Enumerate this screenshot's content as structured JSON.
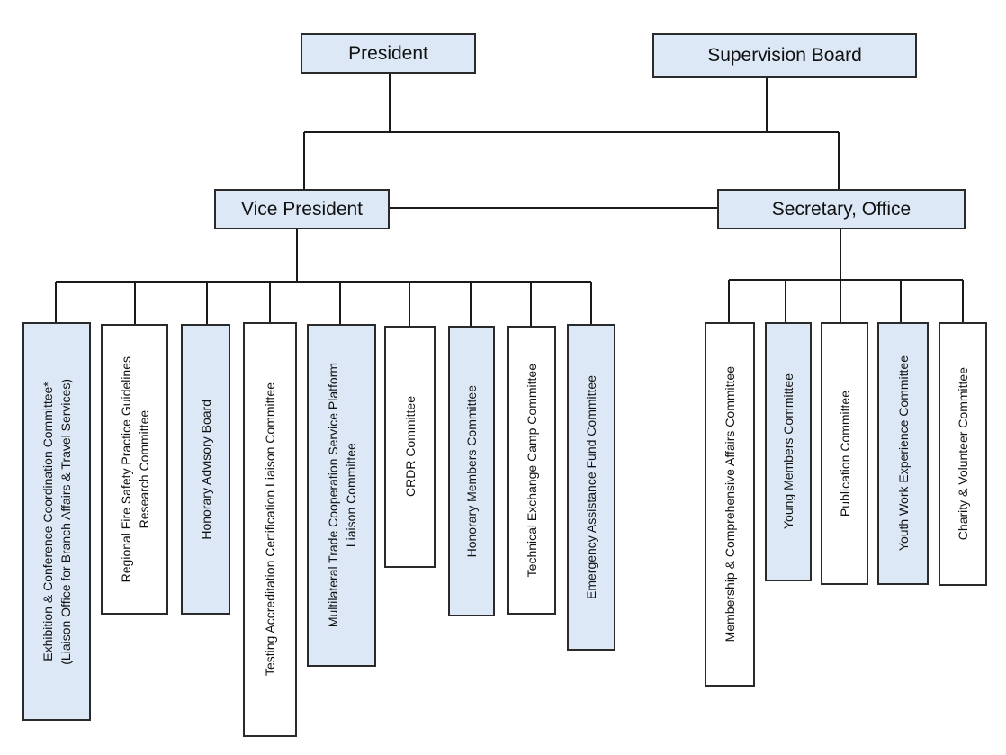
{
  "top_level": {
    "president": "President",
    "supervision_board": "Supervision Board"
  },
  "second_level": {
    "vice_president": "Vice President",
    "secretary_office": "Secretary, Office"
  },
  "vice_president_committees": [
    {
      "line1": "Exhibition & Conference Coordination Committee*",
      "line2": "(Liaison Office for Branch Affairs & Travel Services)",
      "fill": "blue"
    },
    {
      "line1": "Regional Fire Safety Practice Guidelines",
      "line2": "Research Committee",
      "fill": "white"
    },
    {
      "line1": "Honorary Advisory Board",
      "line2": "",
      "fill": "blue"
    },
    {
      "line1": "Testing Accreditation Certification Liaison Committee",
      "line2": "",
      "fill": "white"
    },
    {
      "line1": "Multilateral Trade Cooperation Service Platform",
      "line2": "Liaison Committee",
      "fill": "blue"
    },
    {
      "line1": "CRDR Committee",
      "line2": "",
      "fill": "white"
    },
    {
      "line1": "Honorary Members Committee",
      "line2": "",
      "fill": "blue"
    },
    {
      "line1": "Technical Exchange Camp Committee",
      "line2": "",
      "fill": "white"
    },
    {
      "line1": "Emergency Assistance Fund Committee",
      "line2": "",
      "fill": "blue"
    }
  ],
  "secretary_committees": [
    {
      "line1": "Membership & Comprehensive Affairs Committee",
      "line2": "",
      "fill": "white"
    },
    {
      "line1": "Young Members Committee",
      "line2": "",
      "fill": "blue"
    },
    {
      "line1": "Publication Committee",
      "line2": "",
      "fill": "white"
    },
    {
      "line1": "Youth Work Experience Committee",
      "line2": "",
      "fill": "blue"
    },
    {
      "line1": "Charity & Volunteer Committee",
      "line2": "",
      "fill": "white"
    }
  ],
  "colors": {
    "blue_fill": "#dce8f6",
    "white_fill": "#ffffff",
    "border": "#2a2a2a"
  }
}
